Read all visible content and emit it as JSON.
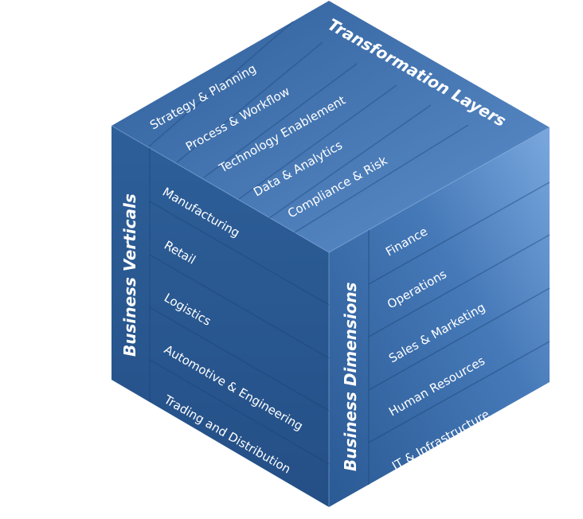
{
  "cube": {
    "top_title": "Transformation Layers",
    "left_title": "Business Verticals",
    "right_title": "Business Dimensions",
    "top_items": [
      "Strategy & Planning",
      "Process & Workflow",
      "Technology Enablement",
      "Data & Analytics",
      "Compliance & Risk"
    ],
    "left_items": [
      "Manufacturing",
      "Retail",
      "Logistics",
      "Automotive & Engineering",
      "Trading and Distribution"
    ],
    "right_items": [
      "Finance",
      "Operations",
      "Sales & Marketing",
      "Human Resources",
      "IT & Infrastructure"
    ]
  }
}
